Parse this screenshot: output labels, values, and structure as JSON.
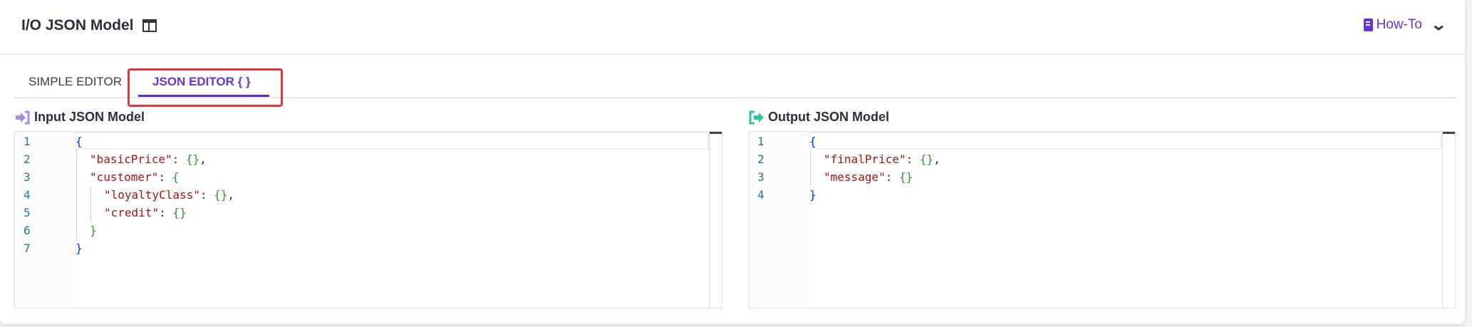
{
  "header": {
    "title": "I/O JSON Model",
    "columns_icon": "columns-icon",
    "howto_label": "How-To",
    "howto_icon": "book-icon",
    "collapse_icon": "chevron-down-icon"
  },
  "tabs": [
    {
      "label": "SIMPLE EDITOR",
      "active": false
    },
    {
      "label": "JSON EDITOR { }",
      "active": true
    }
  ],
  "input": {
    "label": "Input JSON Model",
    "icon": "sign-in-icon",
    "icon_color": "#a98ae0",
    "lines": [
      {
        "n": "1",
        "text": "{"
      },
      {
        "n": "2",
        "key": "\"basicPrice\"",
        "val": "{}",
        "tail": ","
      },
      {
        "n": "3",
        "key": "\"customer\"",
        "val": "{",
        "tail": ""
      },
      {
        "n": "4",
        "key": "\"loyaltyClass\"",
        "val": "{}",
        "tail": ","
      },
      {
        "n": "5",
        "key": "\"credit\"",
        "val": "{}",
        "tail": ""
      },
      {
        "n": "6",
        "text": "}"
      },
      {
        "n": "7",
        "text": "}"
      }
    ]
  },
  "output": {
    "label": "Output JSON Model",
    "icon": "sign-out-icon",
    "icon_color": "#2ec4a0",
    "lines": [
      {
        "n": "1",
        "text": "{"
      },
      {
        "n": "2",
        "key": "\"finalPrice\"",
        "val": "{}",
        "tail": ","
      },
      {
        "n": "3",
        "key": "\"message\"",
        "val": "{}",
        "tail": ""
      },
      {
        "n": "4",
        "text": "}"
      }
    ]
  },
  "colors": {
    "accent": "#6236d9",
    "highlight": "#d83a3a"
  }
}
